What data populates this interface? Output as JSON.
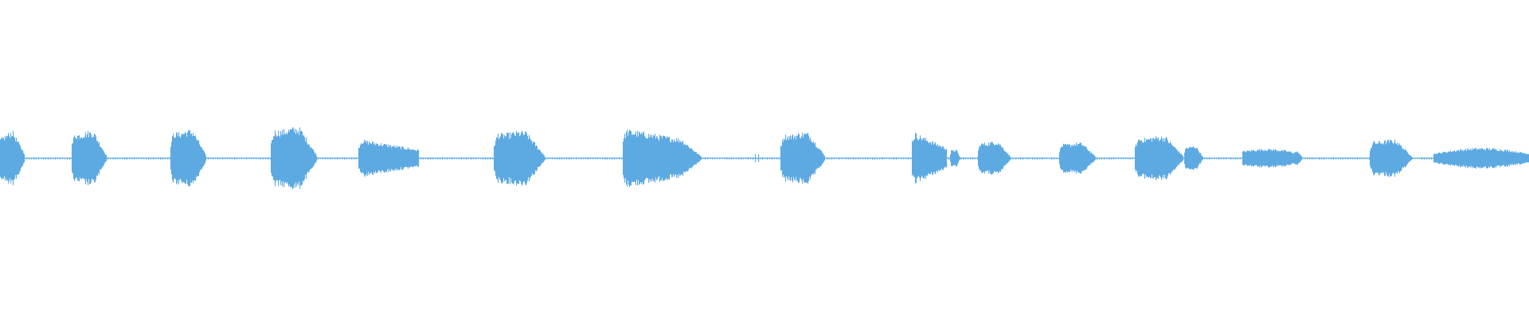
{
  "colors": {
    "background": "#ffffff",
    "waveform": "#5DAAE3"
  },
  "waveform": {
    "duration_units": 1920,
    "segments": [
      {
        "start": 0,
        "end": 30,
        "amp": 0.95,
        "shape": "rise-fast"
      },
      {
        "start": 90,
        "end": 133,
        "amp": 0.88,
        "shape": "hold-fall"
      },
      {
        "start": 214,
        "end": 258,
        "amp": 0.92,
        "shape": "hold-fall"
      },
      {
        "start": 340,
        "end": 397,
        "amp": 1.0,
        "shape": "hold-fall"
      },
      {
        "start": 450,
        "end": 525,
        "amp": 0.65,
        "shape": "taper"
      },
      {
        "start": 620,
        "end": 683,
        "amp": 0.88,
        "shape": "hold-fall"
      },
      {
        "start": 782,
        "end": 880,
        "amp": 1.0,
        "shape": "long-taper"
      },
      {
        "start": 980,
        "end": 1035,
        "amp": 0.84,
        "shape": "hold-fall"
      },
      {
        "start": 1145,
        "end": 1188,
        "amp": 0.9,
        "shape": "decay"
      },
      {
        "start": 1193,
        "end": 1205,
        "amp": 0.28,
        "shape": "hold-fall"
      },
      {
        "start": 1228,
        "end": 1268,
        "amp": 0.55,
        "shape": "hold-fall"
      },
      {
        "start": 1330,
        "end": 1375,
        "amp": 0.5,
        "shape": "hold-fall"
      },
      {
        "start": 1425,
        "end": 1485,
        "amp": 0.72,
        "shape": "hold-fall"
      },
      {
        "start": 1487,
        "end": 1510,
        "amp": 0.4,
        "shape": "hold-fall"
      },
      {
        "start": 1560,
        "end": 1620,
        "amp": 0.32,
        "shape": "flat"
      },
      {
        "start": 1620,
        "end": 1635,
        "amp": 0.22,
        "shape": "hold-fall"
      },
      {
        "start": 1720,
        "end": 1772,
        "amp": 0.6,
        "shape": "hold-fall"
      },
      {
        "start": 1800,
        "end": 1920,
        "amp": 0.35,
        "shape": "swell"
      }
    ],
    "noise_floor": 0.02
  }
}
